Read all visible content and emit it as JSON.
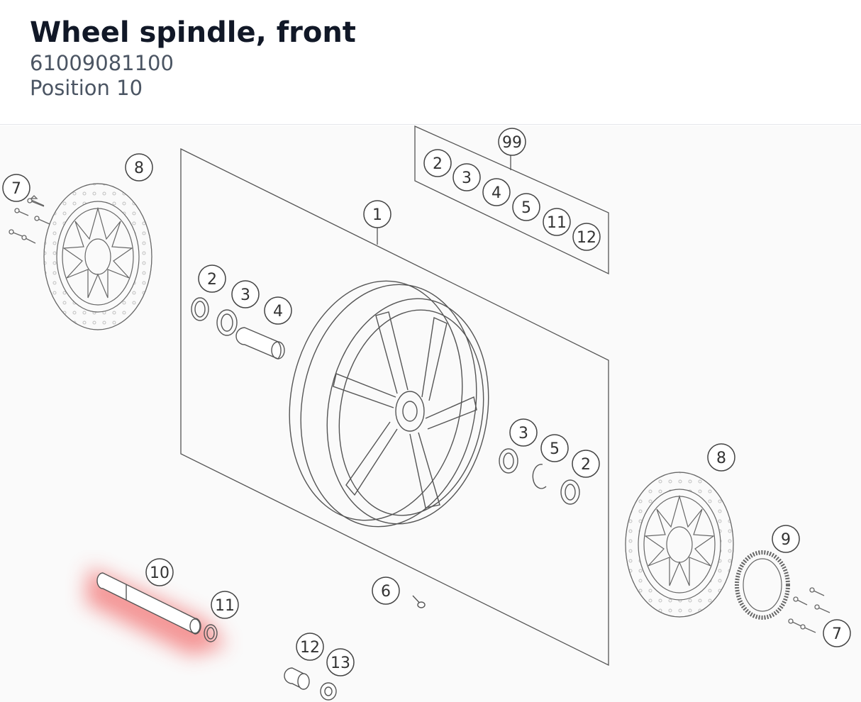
{
  "header": {
    "title": "Wheel spindle, front",
    "part_number": "61009081100",
    "position_label": "Position 10"
  },
  "diagram": {
    "highlight_color": "#ef4444",
    "callouts": {
      "c99": "99",
      "c2a": "2",
      "c3a": "3",
      "c4a": "4",
      "c5a": "5",
      "c11a": "11",
      "c12a": "12",
      "c1": "1",
      "c8a": "8",
      "c7a": "7",
      "c2b": "2",
      "c3b": "3",
      "c4b": "4",
      "c3c": "3",
      "c5c": "5",
      "c2c": "2",
      "c8b": "8",
      "c9": "9",
      "c7b": "7",
      "c10": "10",
      "c11b": "11",
      "c6": "6",
      "c12b": "12",
      "c13": "13"
    }
  }
}
